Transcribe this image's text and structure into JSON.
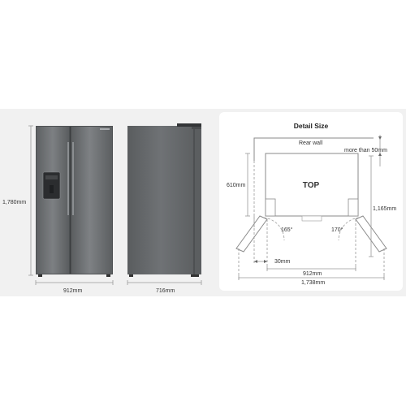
{
  "front_view": {
    "height_label": "1,780mm",
    "width_label": "912mm"
  },
  "side_view": {
    "depth_label": "716mm"
  },
  "detail": {
    "title": "Detail Size",
    "rear_wall_label": "Rear wall",
    "clearance_label": "more than 50mm",
    "top_label": "TOP",
    "depth_label": "610mm",
    "open_depth_label": "1,165mm",
    "left_angle_label": "165°",
    "right_angle_label": "170°",
    "hinge_gap_label": "30mm",
    "width_label": "912mm",
    "open_width_label": "1,738mm"
  },
  "colors": {
    "body": "#6e7173",
    "body_dark": "#55585a",
    "band": "#f1f1f1"
  }
}
